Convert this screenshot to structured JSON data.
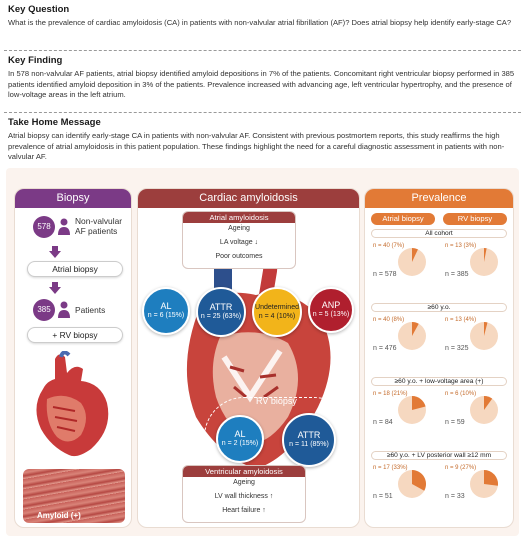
{
  "key_question": {
    "title": "Key Question",
    "text": "What is the prevalence of cardiac amyloidosis (CA) in patients with non-valvular atrial fibrillation (AF)? Does atrial biopsy help identify early-stage CA?"
  },
  "key_finding": {
    "title": "Key Finding",
    "text": "In 578 non-valvular AF patients, atrial biopsy identified amyloid depositions in 7% of the patients. Concomitant right ventricular biopsy performed in 385 patients identified amyloid deposition in 3% of the patients. Prevalence increased with advancing age, left ventricular hypertrophy, and the presence of low-voltage areas in the left atrium."
  },
  "take_home": {
    "title": "Take Home Message",
    "text": "Atrial biopsy can identify early-stage CA in patients with non-valvular AF. Consistent with previous postmortem reports, this study reaffirms the high prevalence of atrial amyloidosis in this patient population. These findings highlight the need for a careful diagnostic assessment in patients with non-valvular AF."
  },
  "colors": {
    "biopsy": "#7b3a86",
    "cardiac": "#9c3e3d",
    "prevalence": "#e27a36",
    "al": "#1e7ebf",
    "attr": "#1f5a98",
    "undetermined": "#f2b41a",
    "anp": "#b01f2e"
  },
  "biopsy": {
    "header": "Biopsy",
    "count1": "578",
    "label1": "Non-valvular AF patients",
    "step1": "Atrial biopsy",
    "count2": "385",
    "label2": "Patients",
    "step2": "+ RV biopsy",
    "amyloid_label": "Amyloid (+)"
  },
  "cardiac": {
    "header": "Cardiac amyloidosis",
    "atrial_title": "Atrial amyloidosis",
    "atrial_items": [
      "Ageing",
      "LA voltage ↓",
      "Poor outcomes"
    ],
    "al": {
      "name": "AL",
      "value": "n = 6 (15%)"
    },
    "attr": {
      "name": "ATTR",
      "value": "n = 25 (63%)"
    },
    "undetermined": {
      "name": "Undetermined",
      "value": "n = 4 (10%)"
    },
    "anp": {
      "name": "ANP",
      "value": "n = 5 (13%)"
    },
    "rv_label": "RV biopsy",
    "rv_al": {
      "name": "AL",
      "value": "n = 2 (15%)"
    },
    "rv_attr": {
      "name": "ATTR",
      "value": "n = 11 (85%)"
    },
    "ventricular_title": "Ventricular amyloidosis",
    "ventricular_items": [
      "Ageing",
      "LV wall thickness ↑",
      "Heart failure ↑"
    ]
  },
  "prevalence": {
    "header": "Prevalence",
    "col_atrial": "Atrial biopsy",
    "col_rv": "RV biopsy",
    "rows": [
      {
        "label": "All cohort",
        "atrial_pos": "n = 40 (7%)",
        "atrial_total": "n = 578",
        "atrial_frac": 0.07,
        "rv_pos": "n = 13 (3%)",
        "rv_total": "n = 385",
        "rv_frac": 0.03
      },
      {
        "label": "≥60 y.o.",
        "atrial_pos": "n = 40 (8%)",
        "atrial_total": "n = 476",
        "atrial_frac": 0.08,
        "rv_pos": "n = 13 (4%)",
        "rv_total": "n = 325",
        "rv_frac": 0.04
      },
      {
        "label": "≥60 y.o. + low-voltage area (+)",
        "atrial_pos": "n = 18 (21%)",
        "atrial_total": "n = 84",
        "atrial_frac": 0.21,
        "rv_pos": "n = 6 (10%)",
        "rv_total": "n = 59",
        "rv_frac": 0.1
      },
      {
        "label": "≥60 y.o. + LV posterior wall ≥12 mm",
        "atrial_pos": "n = 17 (33%)",
        "atrial_total": "n = 51",
        "atrial_frac": 0.33,
        "rv_pos": "n = 9 (27%)",
        "rv_total": "n = 33",
        "rv_frac": 0.27
      }
    ]
  }
}
